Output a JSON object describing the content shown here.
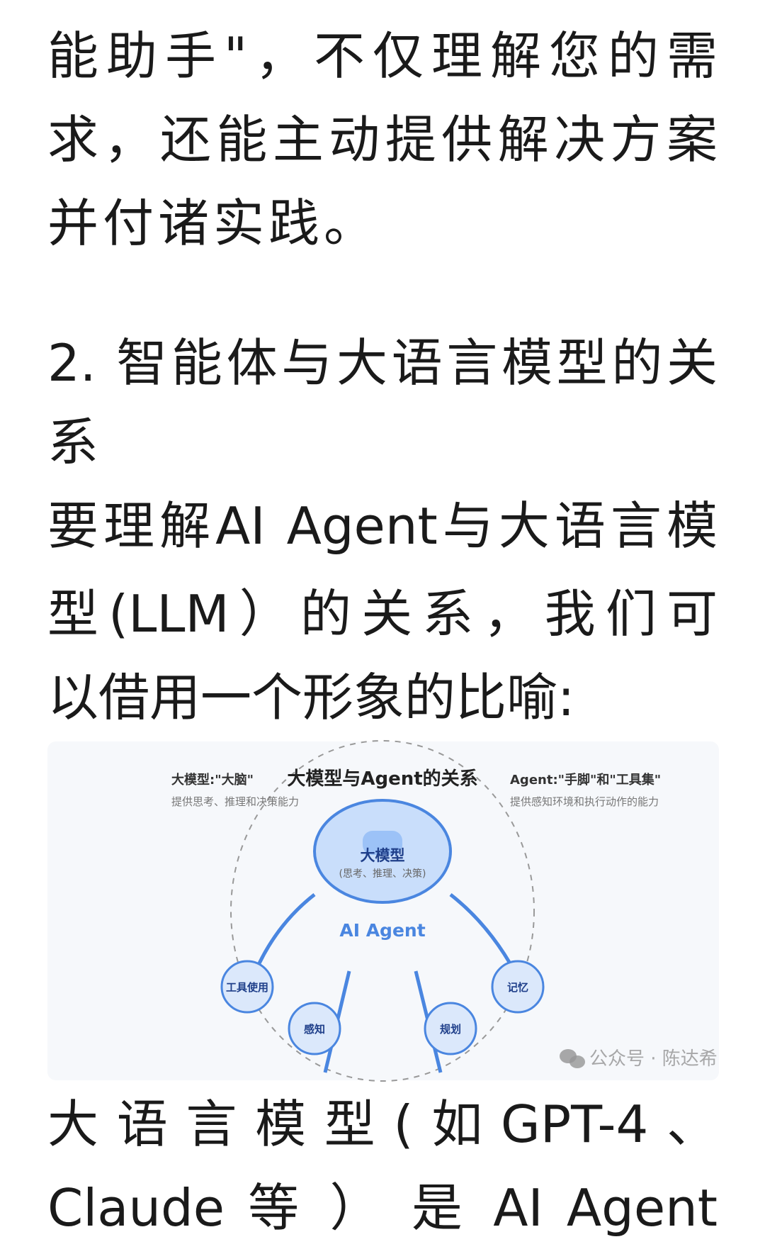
{
  "article": {
    "lines_before": [
      "能助手\"，不仅理解您的需",
      "求，还能主动提供解决方案",
      "并付诸实践。"
    ],
    "heading_lines": [
      "2. 智能体与大语言模型的关",
      "系"
    ],
    "para_lines": [
      "要理解AI Agent与大语言模",
      "型(LLM）的关系，我们可",
      "以借用一个形象的比喻:"
    ],
    "lines_after": [
      "大语言模型(如GPT-4、",
      "Claude 等 ） 是 AI Agent"
    ]
  },
  "figure": {
    "title": "大模型与Agent的关系",
    "left_label": "大模型:\"大脑\"",
    "left_sub": "提供思考、推理和决策能力",
    "right_label": "Agent:\"手脚\"和\"工具集\"",
    "right_sub": "提供感知环境和执行动作的能力",
    "core_label": "大模型",
    "core_sub": "(思考、推理、决策)",
    "agent_label": "AI Agent",
    "nodes": [
      "工具使用",
      "感知",
      "规划",
      "记忆"
    ],
    "colors": {
      "accent": "#4a86e0",
      "fill": "#c9defb",
      "text_dark": "#1f3f8a"
    }
  },
  "watermark": {
    "text": "公众号 · 陈达希",
    "icon": "wechat-icon"
  }
}
